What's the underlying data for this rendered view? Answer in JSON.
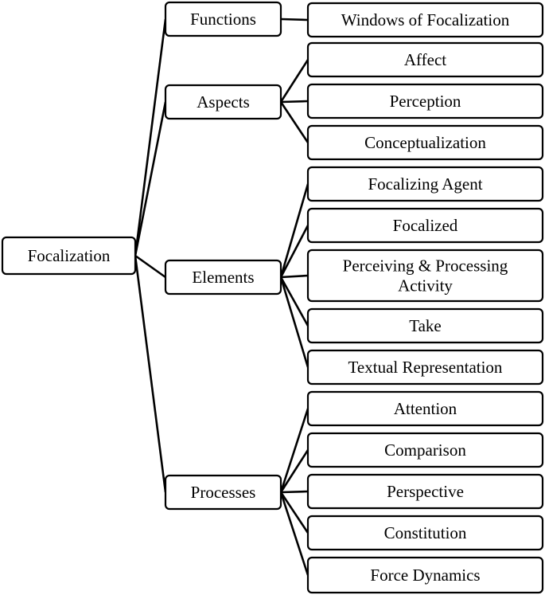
{
  "root": {
    "label": "Focalization"
  },
  "branches": [
    {
      "label": "Functions",
      "children": [
        {
          "label": [
            "Windows of Focalization"
          ]
        }
      ]
    },
    {
      "label": "Aspects",
      "children": [
        {
          "label": [
            "Affect"
          ]
        },
        {
          "label": [
            "Perception"
          ]
        },
        {
          "label": [
            "Conceptualization"
          ]
        }
      ]
    },
    {
      "label": "Elements",
      "children": [
        {
          "label": [
            "Focalizing Agent"
          ]
        },
        {
          "label": [
            "Focalized"
          ]
        },
        {
          "label": [
            "Perceiving & Processing",
            "Activity"
          ]
        },
        {
          "label": [
            "Take"
          ]
        },
        {
          "label": [
            "Textual Representation"
          ]
        }
      ]
    },
    {
      "label": "Processes",
      "children": [
        {
          "label": [
            "Attention"
          ]
        },
        {
          "label": [
            "Comparison"
          ]
        },
        {
          "label": [
            "Perspective"
          ]
        },
        {
          "label": [
            "Constitution"
          ]
        },
        {
          "label": [
            "Force Dynamics"
          ]
        }
      ]
    }
  ],
  "colors": {
    "stroke": "#000000",
    "fill": "#ffffff",
    "text": "#000000"
  }
}
